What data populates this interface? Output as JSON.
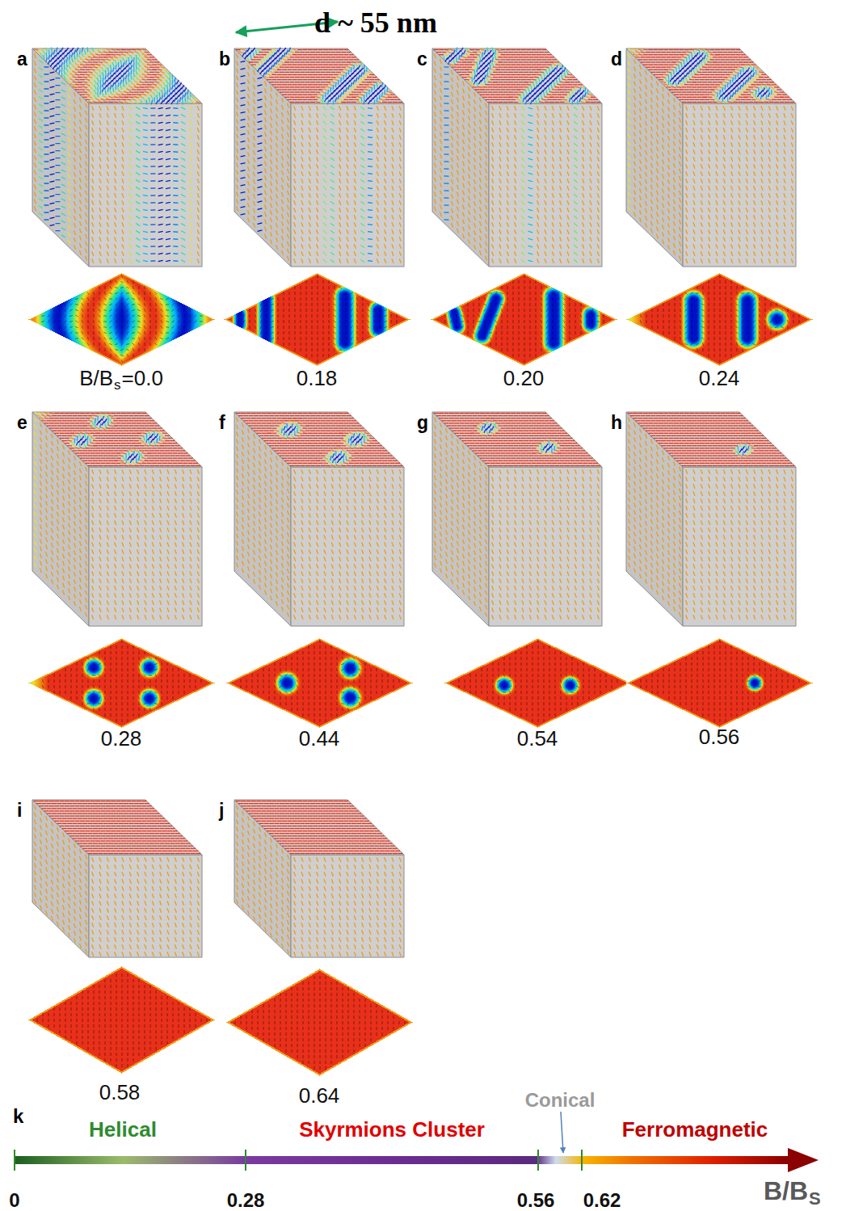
{
  "diagram": {
    "labels": [
      "d ~ 55 nm",
      "a",
      "b",
      "c",
      "d",
      "e",
      "f",
      "g",
      "h",
      "i",
      "j",
      "B/B",
      "s",
      "=0.0",
      "0.18",
      "0.20",
      "0.24",
      "0.28",
      "0.44",
      "0.54",
      "0.56",
      "0.58",
      "0.64",
      "k",
      "Helical",
      "Skyrmions Cluster",
      "Conical",
      "Ferromagnetic",
      "0",
      "0.28",
      "0.56",
      "0.62",
      "B/B",
      "S"
    ]
  }
}
